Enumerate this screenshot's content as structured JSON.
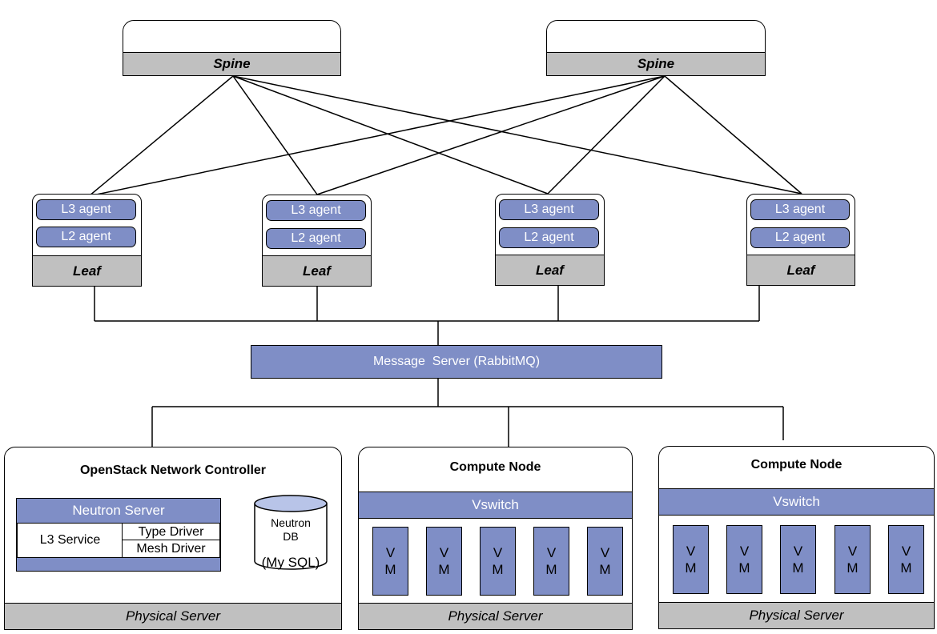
{
  "spines": [
    {
      "label": "Spine"
    },
    {
      "label": "Spine"
    }
  ],
  "leaves": [
    {
      "label": "Leaf",
      "agents": [
        "L3 agent",
        "L2 agent"
      ]
    },
    {
      "label": "Leaf",
      "agents": [
        "L3 agent",
        "L2 agent"
      ]
    },
    {
      "label": "Leaf",
      "agents": [
        "L3 agent",
        "L2 agent"
      ]
    },
    {
      "label": "Leaf",
      "agents": [
        "L3 agent",
        "L2 agent"
      ]
    }
  ],
  "message_server": {
    "label": "Message  Server (RabbitMQ)"
  },
  "controller": {
    "title": "OpenStack Network Controller",
    "neutron_server": "Neutron Server",
    "l3_service": "L3 Service",
    "type_driver": "Type Driver",
    "mesh_driver": "Mesh Driver",
    "db_line1": "Neutron",
    "db_line2": "DB",
    "db_caption": "(My SQL)",
    "physical": "Physical Server"
  },
  "compute_nodes": [
    {
      "title": "Compute Node",
      "vswitch": "Vswitch",
      "vm_top": "V",
      "vm_bottom": "M",
      "physical": "Physical Server"
    },
    {
      "title": "Compute Node",
      "vswitch": "Vswitch",
      "vm_top": "V",
      "vm_bottom": "M",
      "physical": "Physical Server"
    }
  ],
  "colors": {
    "accent": "#7f8ec6",
    "band": "#c0c0c0",
    "line": "#000000"
  }
}
